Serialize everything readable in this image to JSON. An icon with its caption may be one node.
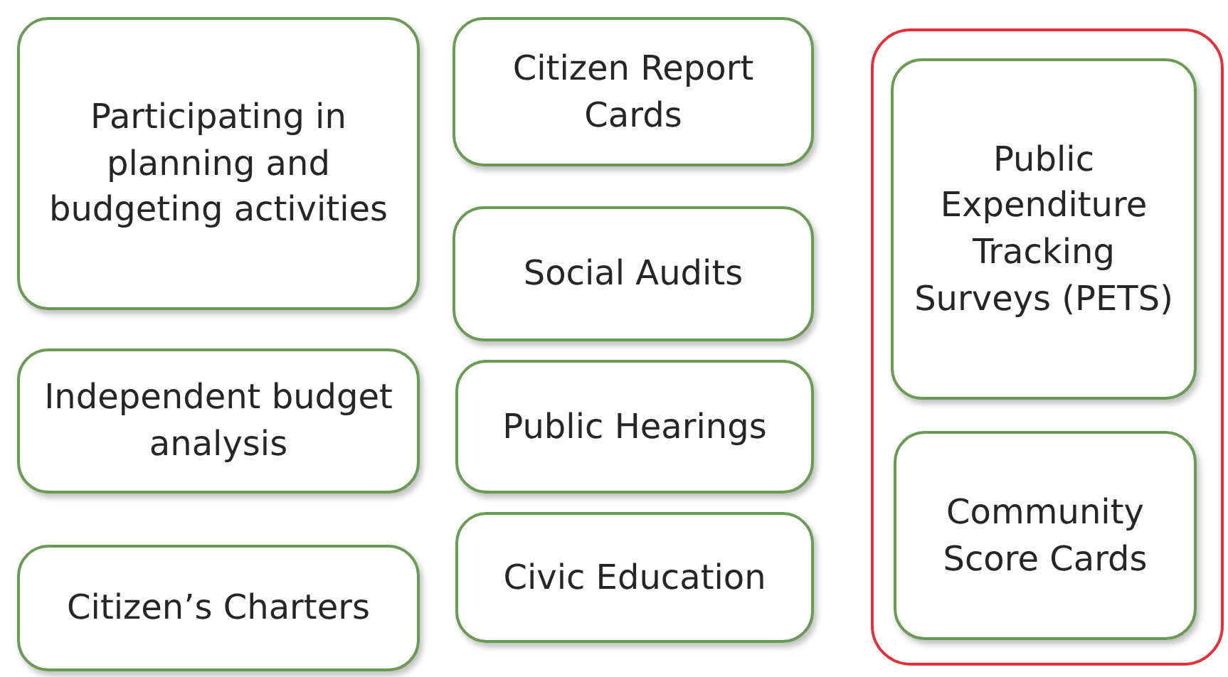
{
  "diagram": {
    "nodes": [
      {
        "text": [
          "Participating in planning and budgeting activities"
        ]
      },
      {
        "text": [
          "Independent budget analysis"
        ]
      },
      {
        "text": [
          "Citizen’s Charters"
        ]
      },
      {
        "text": [
          "Citizen Report Cards"
        ]
      },
      {
        "text": [
          "Social Audits"
        ]
      },
      {
        "text": [
          "Public Hearings"
        ]
      },
      {
        "text": [
          "Civic Education"
        ]
      },
      {
        "text": [],
        "shape": "box"
      },
      {
        "text": [
          "Public Expenditure Tracking Surveys (PETS)"
        ],
        "in": 7
      },
      {
        "text": [
          "Community Score Cards"
        ],
        "in": 7
      }
    ]
  }
}
